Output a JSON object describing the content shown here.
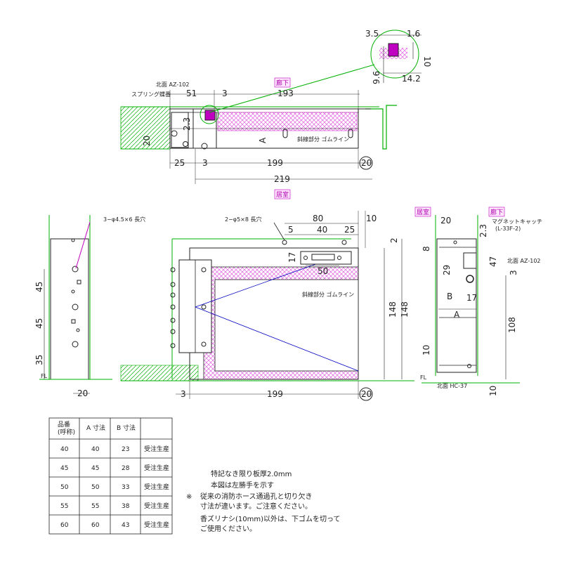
{
  "colors": {
    "frame": "#222222",
    "green": "#00b000",
    "magenta": "#c000c0",
    "hatch": "#e060e0",
    "blue": "#0000c0",
    "tag_bg": "#ffe6ff"
  },
  "top_view": {
    "dims": {
      "d3_5": "3.5",
      "d1_6": "1.6",
      "d10": "10",
      "d9_6": "9.6",
      "d14_2": "14.2",
      "d51": "51",
      "d3": "3",
      "d193": "193",
      "d2_3": "2.3",
      "d20": "20",
      "dA": "A",
      "d25": "25",
      "d3b": "3",
      "d199": "199",
      "d20c": "20",
      "d219": "219"
    },
    "labels": {
      "hallway": "廊下",
      "room": "居室",
      "az102": "北面 AZ-102",
      "spring_hinge": "スプリング蝶番",
      "gomu": "斜線部分 ゴムライン"
    }
  },
  "front_view": {
    "dims": {
      "d45a": "45",
      "d45b": "45",
      "d35": "35",
      "d20": "20",
      "d80": "80",
      "d10": "10",
      "d5": "5",
      "d40": "40",
      "d25": "25",
      "d17": "17",
      "d50": "50",
      "d2": "2",
      "d148a": "148",
      "d148b": "148",
      "d3": "3",
      "d199": "199",
      "d20c": "20"
    },
    "labels": {
      "long_hole_left": "3−φ4.5×6 長穴",
      "long_hole_top": "2−φ5×8 長穴",
      "gomu": "斜線部分 ゴムライン",
      "fl_left": "FL"
    }
  },
  "side_view": {
    "dims": {
      "d20": "20",
      "d2_3": "2.3",
      "d8": "8",
      "d29": "29",
      "d47": "47",
      "dB": "B",
      "d17": "17",
      "d3": "3",
      "dA": "A",
      "d108": "108",
      "d10a": "10",
      "d10b": "10"
    },
    "labels": {
      "room": "居室",
      "hallway": "廊下",
      "magnet": "マグネットキャッチ",
      "magnet_code": "(L-33F-2)",
      "az102": "北面 AZ-102",
      "hc37": "北面 HC-37",
      "fl_right": "FL"
    }
  },
  "spec_table": {
    "headers": [
      "品番\n(呼称)",
      "A 寸法",
      "B 寸法",
      ""
    ],
    "rows": [
      [
        "40",
        "40",
        "23",
        "受注生産"
      ],
      [
        "45",
        "45",
        "28",
        "受注生産"
      ],
      [
        "50",
        "50",
        "33",
        "受注生産"
      ],
      [
        "55",
        "55",
        "38",
        "受注生産"
      ],
      [
        "60",
        "60",
        "43",
        "受注生産"
      ]
    ]
  },
  "notes": {
    "line1": "特記なき限り板厚2.0mm",
    "line2": "本図は左勝手を示す",
    "mark": "※",
    "line3": "従来の消防ホース通過孔と切り欠き",
    "line4": "寸法が違います。ご注意ください。",
    "line5": "香ズリナシ(10mm)以外は、下ゴムを切って",
    "line6": "ご使用ください。"
  }
}
